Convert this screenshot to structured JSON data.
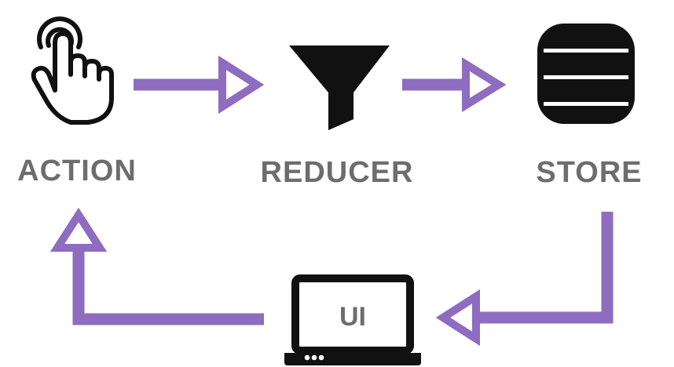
{
  "labels": {
    "action": "ACTION",
    "reducer": "REDUCER",
    "store": "STORE",
    "ui": "UI"
  },
  "icons": {
    "action": "pointer-hand-tap-icon",
    "reducer": "funnel-filter-icon",
    "store": "database-icon",
    "ui": "laptop-icon"
  },
  "colors": {
    "arrow": "#8e6cc0",
    "label": "#6d6d6d",
    "icon": "#111111"
  }
}
